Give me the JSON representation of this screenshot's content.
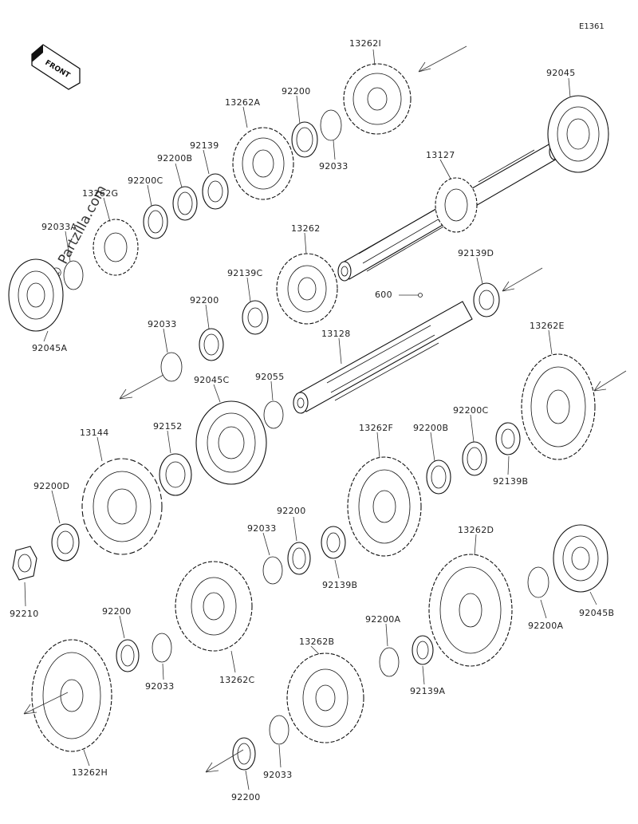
{
  "diagram": {
    "ref_code": "E1361",
    "front_label": "FRONT",
    "watermark": "© Partzilla.com",
    "parts": {
      "p13262I": "13262I",
      "p92045_top": "92045",
      "p92200_top": "92200",
      "p92033_top": "92033",
      "p13262A": "13262A",
      "p92139_top": "92139",
      "p92200B_top": "92200B",
      "p92200C_top": "92200C",
      "p13262G": "13262G",
      "p92033A": "92033A",
      "p92045A": "92045A",
      "p13127": "13127",
      "p13262": "13262",
      "p92139C": "92139C",
      "p92139D": "92139D",
      "p600": "600",
      "p92200_mid": "92200",
      "p92033_mid": "92033",
      "p13128": "13128",
      "p13262E": "13262E",
      "p92045C": "92045C",
      "p92055": "92055",
      "p92200C_mid": "92200C",
      "p92200B_mid": "92200B",
      "p13144": "13144",
      "p92152": "92152",
      "p13262F": "13262F",
      "p92139B_right": "92139B",
      "p92200D": "92200D",
      "p92200_low": "92200",
      "p92033_low": "92033",
      "p92139B_low": "92139B",
      "p13262D": "13262D",
      "p92210": "92210",
      "p92200A_right": "92200A",
      "p92045B": "92045B",
      "p13262C": "13262C",
      "p92200_btm": "92200",
      "p92033_btm": "92033",
      "p13262B": "13262B",
      "p92200A_low": "92200A",
      "p92139A": "92139A",
      "p13262H": "13262H",
      "p92033_b2": "92033",
      "p92200_b2": "92200"
    }
  }
}
